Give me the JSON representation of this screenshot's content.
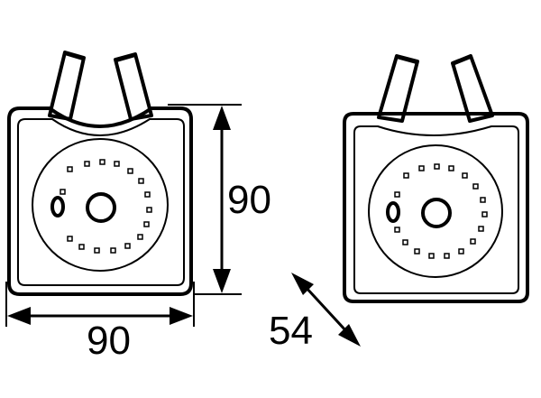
{
  "dimensions": {
    "height_label": "90",
    "width_label": "90",
    "depth_label": "54"
  },
  "colors": {
    "line": "#000000",
    "background": "#ffffff"
  }
}
